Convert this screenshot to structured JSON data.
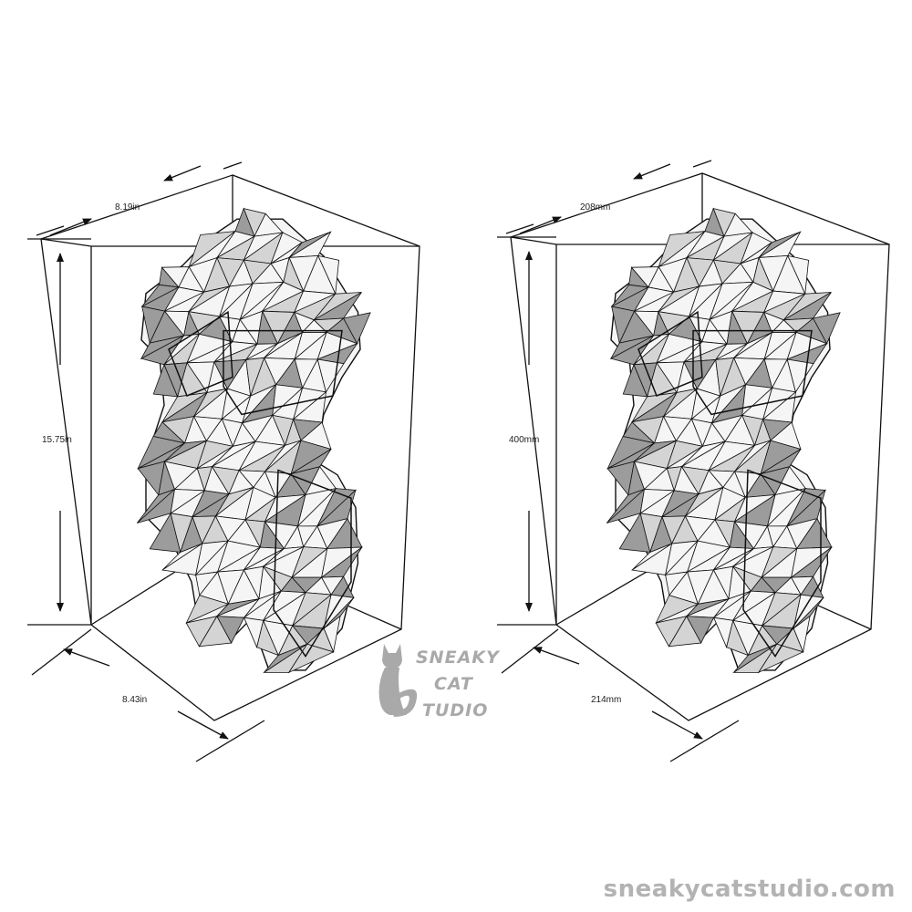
{
  "colors": {
    "line": "#111111",
    "mesh_light": "#f5f5f5",
    "mesh_mid": "#d4d4d4",
    "mesh_dark": "#9c9c9c",
    "logo": "#a9a9a9",
    "website": "#b3b3b3"
  },
  "views": [
    {
      "unit_system": "imperial",
      "depth_label": "8.19in",
      "height_label": "15.75in",
      "width_label": "8.43in"
    },
    {
      "unit_system": "metric",
      "depth_label": "208mm",
      "height_label": "400mm",
      "width_label": "214mm"
    }
  ],
  "logo": {
    "icon": "cat-silhouette-icon",
    "line1": "SNEAKY",
    "line2": "CAT",
    "line3": "TUDIO"
  },
  "website": "sneakycatstudio.com"
}
